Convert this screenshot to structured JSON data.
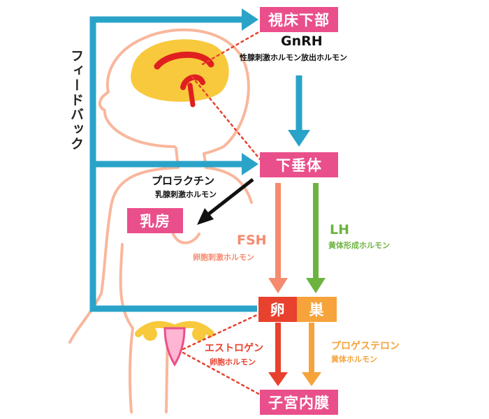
{
  "nodes": {
    "hypothalamus": "視床下部",
    "pituitary": "下垂体",
    "breast": "乳房",
    "ovary_left": "卵",
    "ovary_right": "巣",
    "endometrium": "子宮内膜"
  },
  "hormones": {
    "gnrh": {
      "name": "GnRH",
      "desc": "性腺刺激ホルモン放出ホルモン"
    },
    "prolactin": {
      "name": "プロラクチン",
      "desc": "乳腺刺激ホルモン"
    },
    "fsh": {
      "name": "FSH",
      "desc": "卵胞刺激ホルモン"
    },
    "lh": {
      "name": "LH",
      "desc": "黄体形成ホルモン"
    },
    "estrogen": {
      "name": "エストロゲン",
      "desc": "卵胞ホルモン"
    },
    "progesterone": {
      "name": "プロゲステロン",
      "desc": "黄体ホルモン"
    }
  },
  "feedback": "フィードバック",
  "colors": {
    "blue": "#2aa3c8",
    "pink": "#e94f8b",
    "salmon": "#f58a6e",
    "green": "#6db33f",
    "red": "#e8412d",
    "orange": "#f5a33a",
    "black": "#111111",
    "brain": "#f8c93c",
    "body": "#f9b79c"
  }
}
